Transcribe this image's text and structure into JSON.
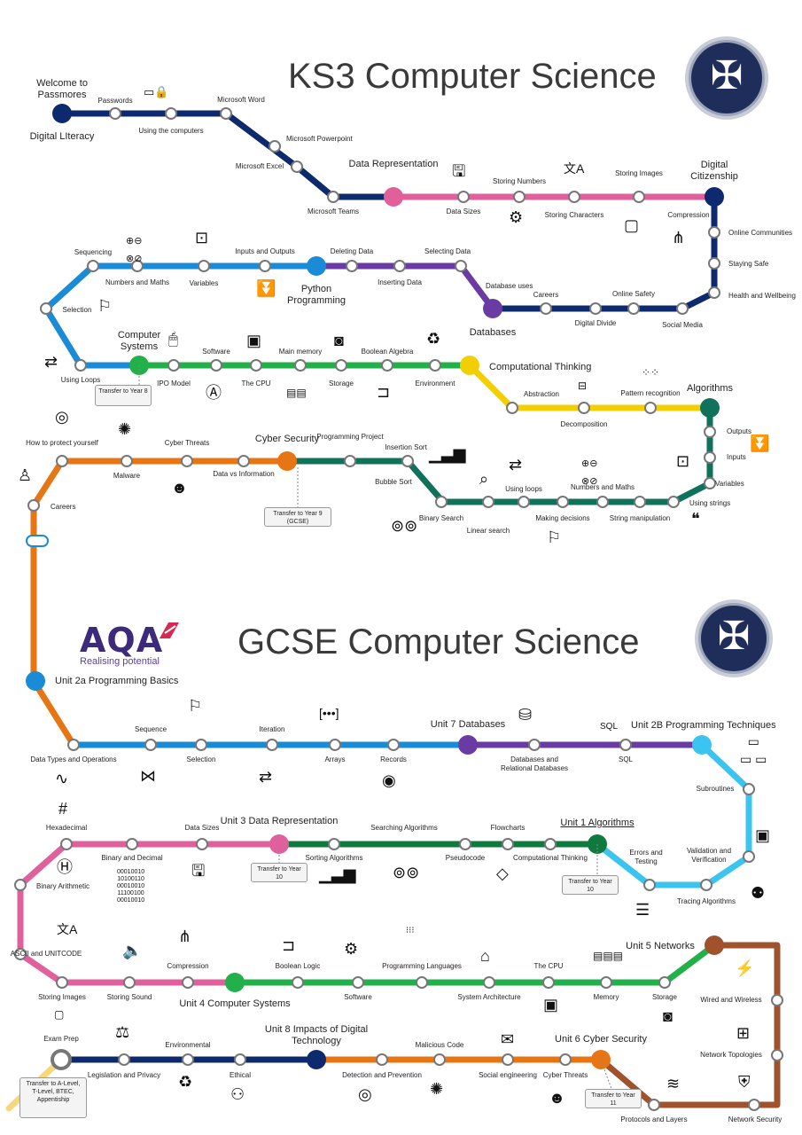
{
  "ks3": {
    "title": "KS3 Computer Science"
  },
  "gcse": {
    "title": "GCSE Computer Science"
  },
  "aqa": {
    "word": "AQA",
    "tagline": "Realising potential"
  },
  "colors": {
    "navy": "#0d2a6e",
    "pink": "#e0609b",
    "blue": "#1a8bd6",
    "purple": "#6a3ba3",
    "green": "#22b04a",
    "yellow": "#f2cf00",
    "teal": "#10725a",
    "orange": "#e87513",
    "darkgreen": "#0f7a3e",
    "cyan": "#3bc4ef",
    "brown": "#a0522d",
    "paleyellow": "#f7d77c"
  },
  "icons": [
    "password-icon",
    "data-sizes-icon",
    "storing-numbers-icon",
    "storing-characters-icon",
    "storing-images-icon",
    "compression-icon",
    "numbers-maths-icon",
    "variables-icon",
    "filter-icon",
    "selection-icon",
    "loops-icon",
    "mouse-icon",
    "chip-icon",
    "hard-drive-icon",
    "recycle-icon",
    "app-icon",
    "memory-icon",
    "logic-gate-icon",
    "decomposition-icon",
    "pattern-icon",
    "fingerprint-icon",
    "virus-icon",
    "hacker-icon",
    "bar-chart-icon",
    "search-icon",
    "binoculars-icon",
    "quote-icon",
    "person-icon",
    "signpost-icon",
    "database-icon",
    "sql-icon",
    "hierarchy-icon",
    "hash-icon",
    "id-card-icon",
    "floppy-icon",
    "flowchart-icon",
    "checklist-icon",
    "speaker-icon",
    "network-icon",
    "cpu-icon",
    "scales-icon",
    "email-icon",
    "layers-icon",
    "shield-icon",
    "cable-icon"
  ],
  "notes": {
    "ks3_year8": "Transfer to Year 8",
    "ks3_year9": "Transfer to Year 9 (GCSE)",
    "gcse_year10a": "Transfer to Year 10",
    "gcse_year10b": "Transfer to Year 10",
    "gcse_year11": "Transfer to Year 11",
    "final": "Transfer to A-Level, T-Level, BTEC, Appentiship"
  },
  "stops": {
    "welcome": "Welcome to Passmores",
    "digital_literacy": "Digital LIteracy",
    "passwords": "Passwords",
    "using_computers": "Using the computers",
    "ms_word": "Microsoft Word",
    "ms_powerpoint": "Microsoft Powerpoint",
    "ms_excel": "Microsoft Excel",
    "ms_teams": "Microsoft Teams",
    "data_rep": "Data Representation",
    "data_sizes": "Data Sizes",
    "storing_numbers": "Storing Numbers",
    "storing_characters": "Storing Characters",
    "storing_images": "Storing Images",
    "digital_citizenship": "Digital Citizenship",
    "compression": "Compression",
    "online_communities": "Online Communities",
    "staying_safe": "Staying Safe",
    "health_wellbeing": "Health and Wellbeing",
    "social_media": "Social Media",
    "online_safety": "Online Safety",
    "digital_divide": "Digital Divide",
    "careers_1": "Careers",
    "database_uses": "Database uses",
    "databases": "Databases",
    "selecting_data": "Selecting Data",
    "inserting_data": "Inserting Data",
    "deleting_data": "Deleting Data",
    "python": "Python Programming",
    "inputs_outputs": "Inputs and Outputs",
    "variables_1": "Variables",
    "numbers_maths_1": "Numbers and Maths",
    "sequencing": "Sequencing",
    "selection_1": "Selection",
    "using_loops_1": "Using Loops",
    "computer_systems": "Computer Systems",
    "ipo": "IPO Model",
    "software": "Software",
    "cpu_1": "The CPU",
    "main_memory": "Main memory",
    "storage_1": "Storage",
    "boolean_algebra": "Boolean Algebra",
    "environment_1": "Environment",
    "comp_thinking": "Computational Thinking",
    "abstraction": "Abstraction",
    "decomposition": "Decomposition",
    "pattern_recognition": "Pattern recognition",
    "algorithms": "Algorithms",
    "outputs": "Outputs",
    "inputs": "Inputs",
    "variables_2": "Variables",
    "using_strings": "Using strings",
    "string_manipulation": "String manipulation",
    "numbers_maths_2": "Numbers and Maths",
    "making_decisions": "Making decisions",
    "using_loops_2": "Using loops",
    "linear_search": "Linear search",
    "binary_search": "Binary Search",
    "bubble_sort": "Bubble Sort",
    "insertion_sort": "Insertion Sort",
    "programming_project": "Programming Project",
    "cyber_security": "Cyber Security",
    "data_vs_info": "Data vs Information",
    "cyber_threats_1": "Cyber Threats",
    "malware": "Malware",
    "how_to_protect": "How to protect yourself",
    "careers_2": "Careers",
    "unit2a": "Unit 2a Programming Basics",
    "data_types": "Data Types and Operations",
    "sequence": "Sequence",
    "selection_2": "Selection",
    "iteration": "Iteration",
    "arrays": "Arrays",
    "records": "Records",
    "unit7": "Unit 7 Databases",
    "databases_relational": "Databases and Relational Databases",
    "sql": "SQL",
    "unit2b": "Unit 2B Programming Techniques",
    "subroutines": "Subroutines",
    "validation": "Validation and Verification",
    "tracing": "Tracing Algorithms",
    "errors_testing": "Errors and Testing",
    "unit1": "Unit 1 Algorithms",
    "comp_thinking_2": "Computational Thinking",
    "flowcharts": "Flowcharts",
    "pseudocode": "Pseudocode",
    "searching_algorithms": "Searching Algorithms",
    "sorting_algorithms": "Sorting Algorithms",
    "unit3": "Unit 3 Data Representation",
    "data_sizes_2": "Data Sizes",
    "binary_decimal": "Binary and Decimal",
    "hexadecimal": "Hexadecimal",
    "binary_arithmetic": "Binary Arithmetic",
    "ascii": "ASCII and UNITCODE",
    "storing_images_2": "Storing Images",
    "storing_sound": "Storing Sound",
    "compression_2": "Compression",
    "unit4": "Unit 4 Computer Systems",
    "boolean_logic": "Boolean Logic",
    "software_2": "Software",
    "programming_languages": "Programming Languages",
    "system_architecture": "System Architecture",
    "cpu_2": "The CPU",
    "memory": "Memory",
    "storage_2": "Storage",
    "unit5": "Unit 5 Networks",
    "wired_wireless": "Wired and Wireless",
    "network_topologies": "Network Topologies",
    "network_security": "Network Security",
    "protocols_layers": "Protocols and Layers",
    "unit6": "Unit 6 Cyber Security",
    "cyber_threats_2": "Cyber Threats",
    "social_engineering": "Social engineering",
    "malicious_code": "Malicious Code",
    "detection_prevention": "Detection and Prevention",
    "unit8": "Unit 8 Impacts of Digital Technology",
    "ethical": "Ethical",
    "environmental": "Environmental",
    "legislation": "Legislation and Privacy",
    "exam_prep": "Exam Prep"
  }
}
